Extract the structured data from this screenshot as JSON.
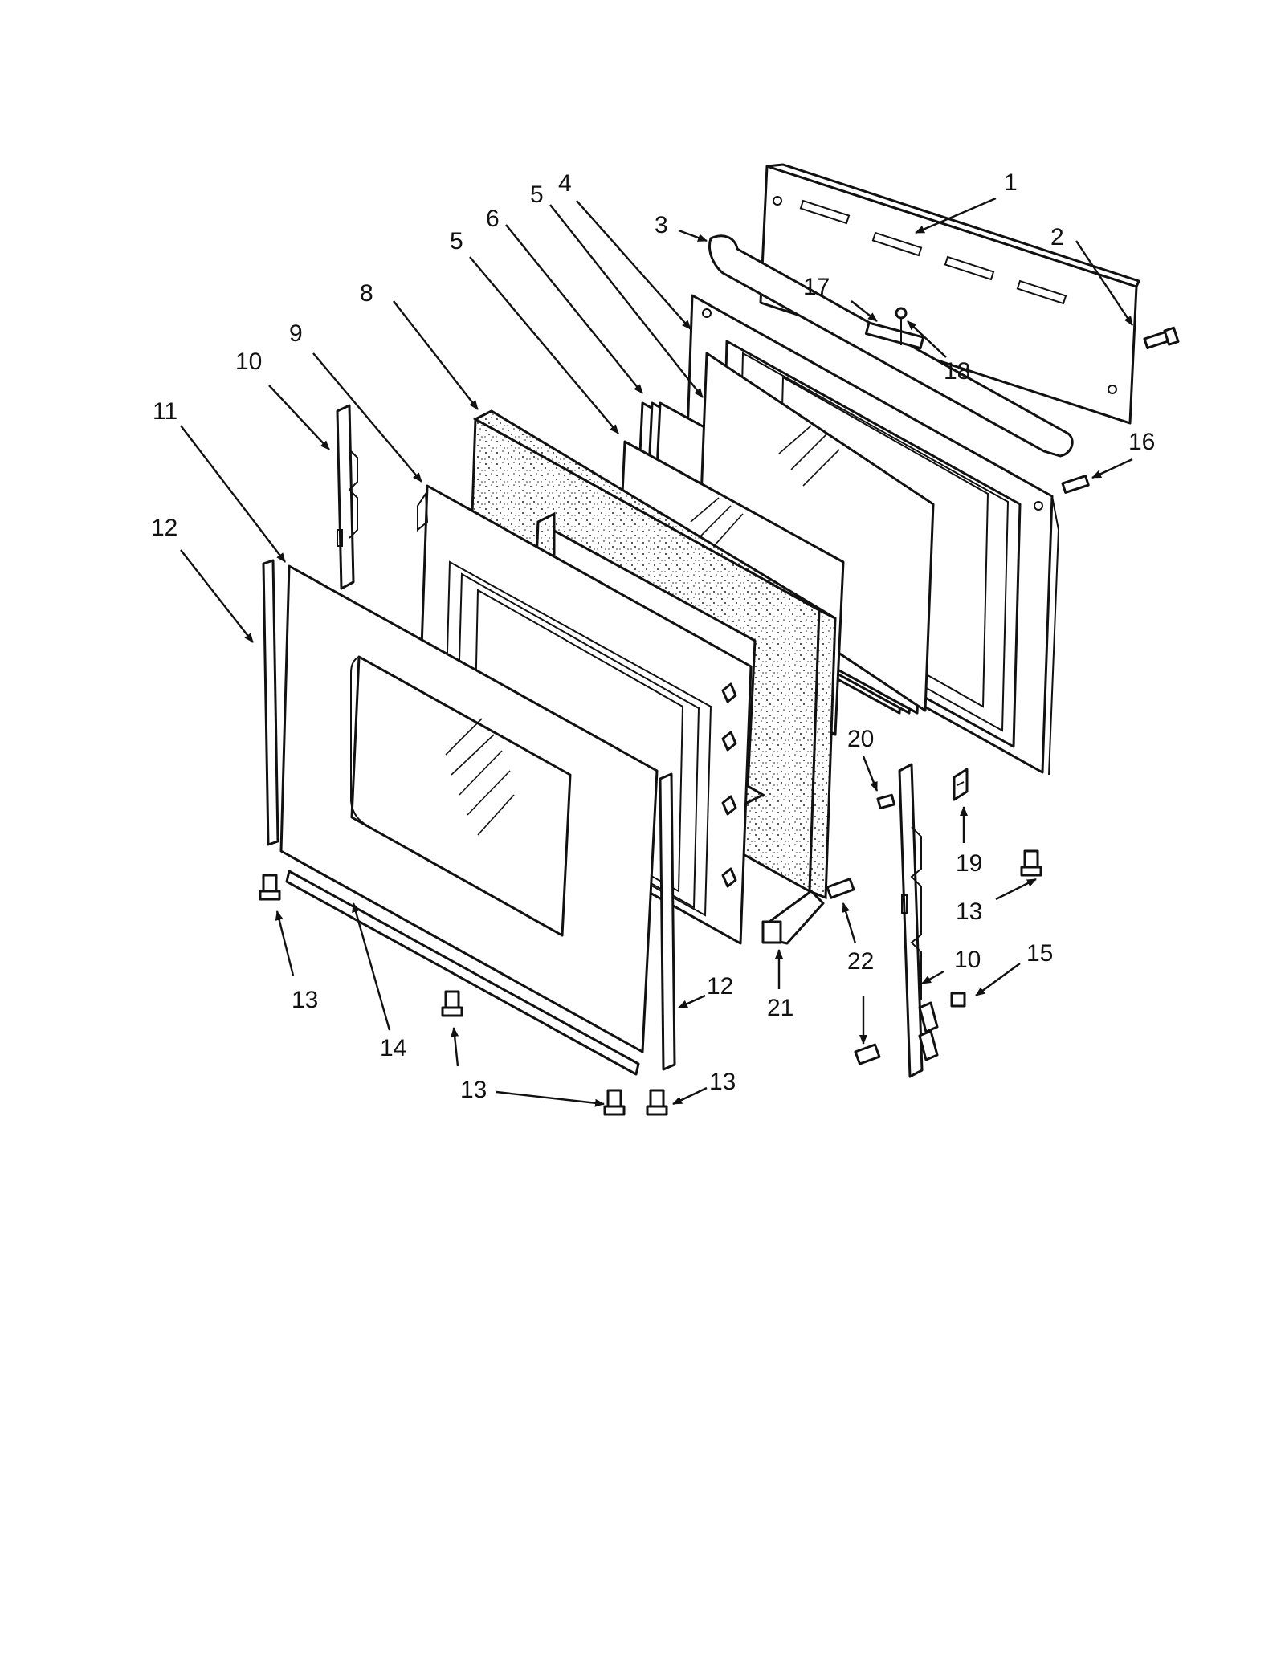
{
  "diagram": {
    "type": "exploded-parts-diagram",
    "callouts": [
      {
        "id": "c1",
        "label": "1"
      },
      {
        "id": "c2",
        "label": "2"
      },
      {
        "id": "c3",
        "label": "3"
      },
      {
        "id": "c4",
        "label": "4"
      },
      {
        "id": "c5a",
        "label": "5"
      },
      {
        "id": "c5b",
        "label": "5"
      },
      {
        "id": "c6",
        "label": "6"
      },
      {
        "id": "c8",
        "label": "8"
      },
      {
        "id": "c9",
        "label": "9"
      },
      {
        "id": "c10a",
        "label": "10"
      },
      {
        "id": "c10b",
        "label": "10"
      },
      {
        "id": "c11",
        "label": "11"
      },
      {
        "id": "c12a",
        "label": "12"
      },
      {
        "id": "c12b",
        "label": "12"
      },
      {
        "id": "c13a",
        "label": "13"
      },
      {
        "id": "c13b",
        "label": "13"
      },
      {
        "id": "c13c",
        "label": "13"
      },
      {
        "id": "c13d",
        "label": "13"
      },
      {
        "id": "c14",
        "label": "14"
      },
      {
        "id": "c15",
        "label": "15"
      },
      {
        "id": "c16",
        "label": "16"
      },
      {
        "id": "c17",
        "label": "17"
      },
      {
        "id": "c18",
        "label": "18"
      },
      {
        "id": "c19",
        "label": "19"
      },
      {
        "id": "c20",
        "label": "20"
      },
      {
        "id": "c21",
        "label": "21"
      },
      {
        "id": "c22",
        "label": "22"
      }
    ]
  }
}
